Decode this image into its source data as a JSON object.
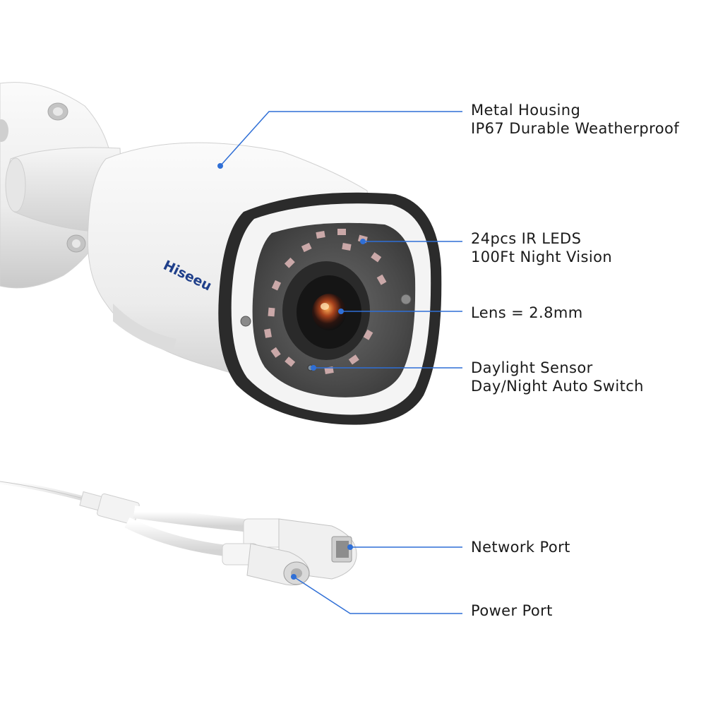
{
  "brand": {
    "logo_text": "Hiseeu"
  },
  "callouts": {
    "housing": {
      "line1": "Metal Housing",
      "line2": "IP67 Durable Weatherproof"
    },
    "ir_leds": {
      "line1": "24pcs IR LEDS",
      "line2": "100Ft Night Vision"
    },
    "lens": {
      "line1": "Lens = 2.8mm"
    },
    "sensor": {
      "line1": "Daylight Sensor",
      "line2": "Day/Night Auto Switch"
    },
    "network": {
      "line1": "Network Port"
    },
    "power": {
      "line1": "Power Port"
    }
  },
  "colors": {
    "leader": "#2f6fd6",
    "text": "#1a1a1a",
    "body": "#eeeeee",
    "bezel": "#2b2b2b"
  }
}
